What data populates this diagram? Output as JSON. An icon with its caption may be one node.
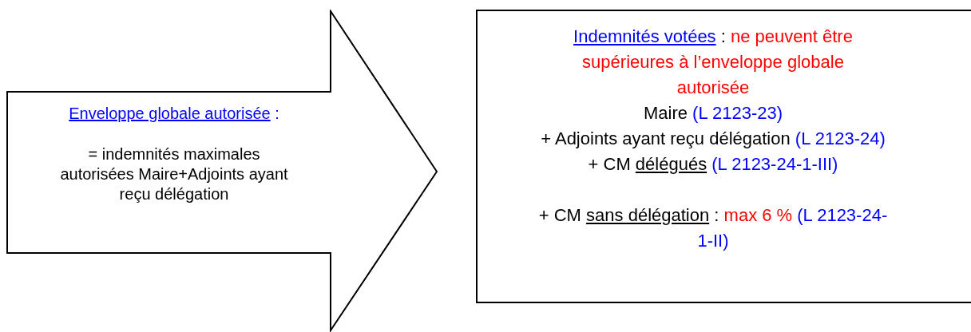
{
  "diagram": {
    "nodes": [
      {
        "text": [
          "Enveloppe globale autorisée :",
          "= indemnités maximales autorisées Maire+Adjoints ayant reçu délégation"
        ]
      },
      {
        "text": [
          "Indemnités votées : ne peuvent être supérieures à l’enveloppe globale autorisée",
          "Maire (L 2123-23)",
          "+ Adjoints ayant reçu délégation (L 2123-24)",
          "+ CM délégués (L 2123-24-1-III)",
          "+ CM sans délégation : max 6 % (L 2123-24-1-II)"
        ]
      }
    ]
  }
}
